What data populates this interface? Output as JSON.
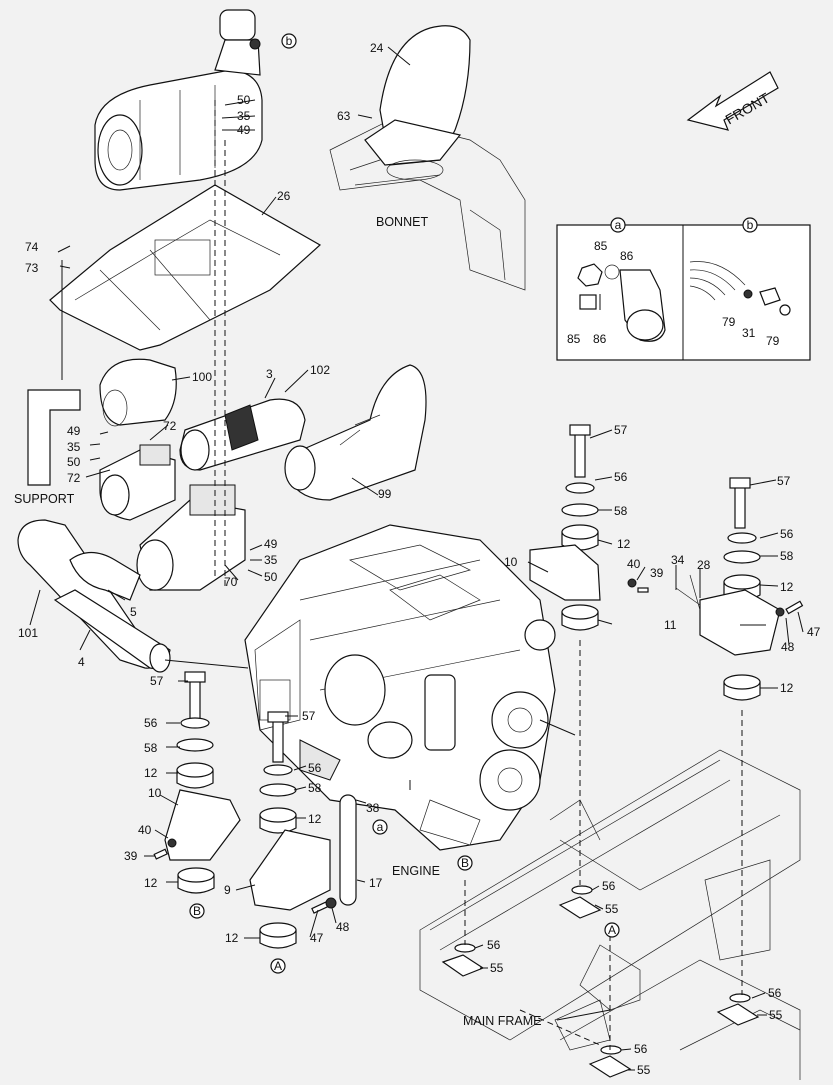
{
  "labels": {
    "front": "FRONT",
    "bonnet": "BONNET",
    "support": "SUPPORT",
    "engine": "ENGINE",
    "main_frame": "MAIN FRAME",
    "callout_a": "a",
    "callout_b": "b",
    "ref_A": "A",
    "ref_B": "B"
  },
  "part_numbers": [
    "50",
    "35",
    "49",
    "24",
    "63",
    "26",
    "74",
    "73",
    "100",
    "102",
    "3",
    "72",
    "49",
    "35",
    "50",
    "72",
    "99",
    "57",
    "56",
    "58",
    "12",
    "10",
    "40",
    "39",
    "34",
    "28",
    "57",
    "56",
    "58",
    "12",
    "11",
    "47",
    "48",
    "12",
    "49",
    "35",
    "50",
    "70",
    "5",
    "101",
    "4",
    "57",
    "56",
    "58",
    "12",
    "10",
    "40",
    "39",
    "12",
    "9",
    "12",
    "47",
    "48",
    "17",
    "38",
    "57",
    "56",
    "58",
    "12",
    "56",
    "55",
    "56",
    "55",
    "56",
    "55",
    "56",
    "55",
    "85",
    "86",
    "85",
    "86",
    "79",
    "31",
    "79"
  ]
}
